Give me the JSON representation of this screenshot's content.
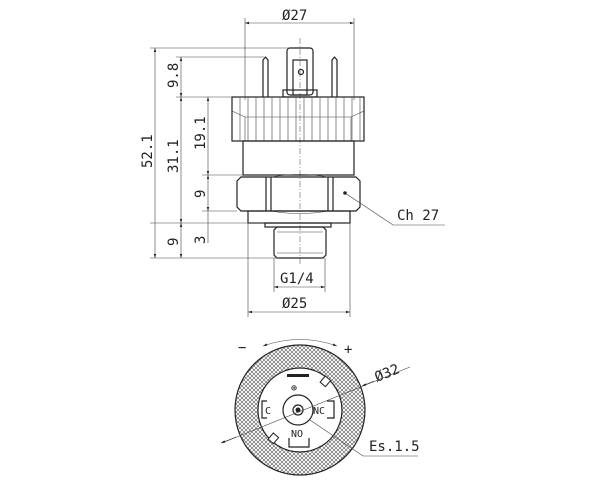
{
  "side_view": {
    "dims": {
      "top_diameter": "Ø27",
      "overall_height": "52.1",
      "pin_height": "9.8",
      "body_height": "31.1",
      "cap_body_height": "19.1",
      "hex_height": "9",
      "collar_height": "3",
      "thread_length": "9",
      "thread": "G1/4",
      "base_diameter": "Ø25"
    },
    "hex_label": "Ch 27"
  },
  "bottom_view": {
    "minus": "−",
    "plus": "+",
    "diameter": "Ø32",
    "cable_label": "Es.1.5",
    "terminal_c": "C",
    "terminal_nc": "NC",
    "terminal_no": "NO",
    "ground": "⊕"
  }
}
